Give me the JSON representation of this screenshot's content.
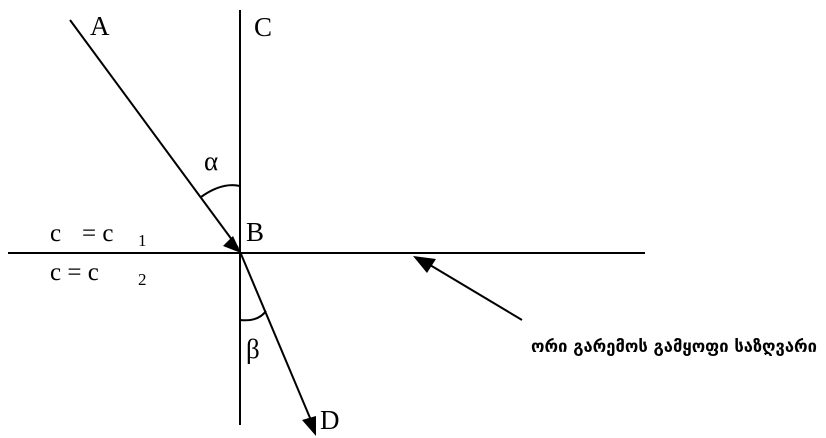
{
  "labels": {
    "A": "A",
    "B": "B",
    "C": "C",
    "D": "D",
    "alpha": "α",
    "beta": "β"
  },
  "media": {
    "upper_c": "c",
    "upper_eq": "= c",
    "upper_sub": "1",
    "lower_c": "c = c",
    "lower_sub": "2"
  },
  "annotation": "ორი გარემოს გამყოფი საზღვარი",
  "colors": {
    "ink": "#000000",
    "background": "#ffffff"
  }
}
